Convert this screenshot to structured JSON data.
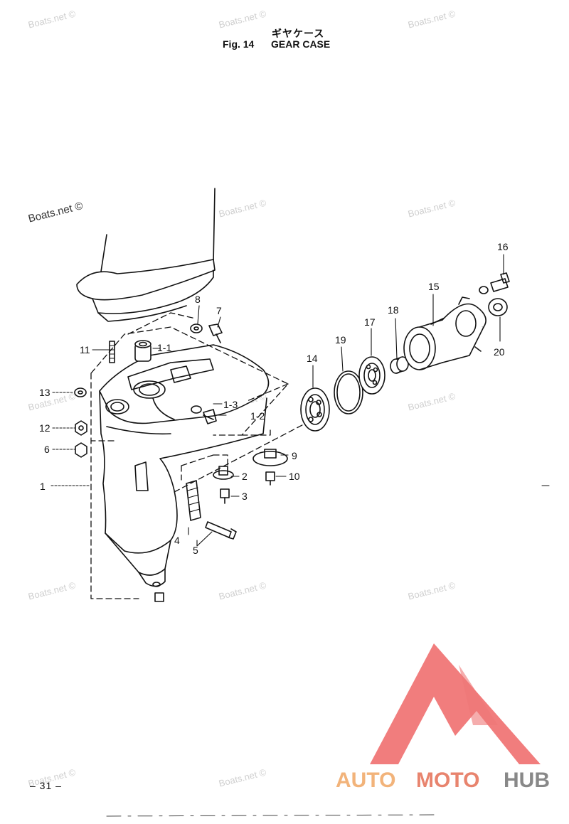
{
  "header": {
    "title_jp": "ギヤケース",
    "fig_label": "Fig. 14",
    "title_en": "GEAR CASE"
  },
  "footer": {
    "page_number": "– 31 –"
  },
  "watermark": {
    "text": "Boats.net ©"
  },
  "logo": {
    "part1": "AUTO",
    "part2": "MOTO",
    "part3": "HUB",
    "colors": {
      "auto": "#f2b37a",
      "moto": "#e8846e",
      "hub": "#888888",
      "triangle": "#ee6666"
    }
  },
  "callouts": {
    "c1": "1",
    "c1_1": "1-1",
    "c1_2": "1-2",
    "c1_3": "1-3",
    "c2": "2",
    "c3": "3",
    "c4": "4",
    "c5": "5",
    "c6": "6",
    "c7": "7",
    "c8": "8",
    "c9": "9",
    "c10": "10",
    "c11": "11",
    "c12": "12",
    "c13": "13",
    "c14": "14",
    "c15": "15",
    "c16": "16",
    "c17": "17",
    "c18": "18",
    "c19": "19",
    "c20": "20"
  }
}
